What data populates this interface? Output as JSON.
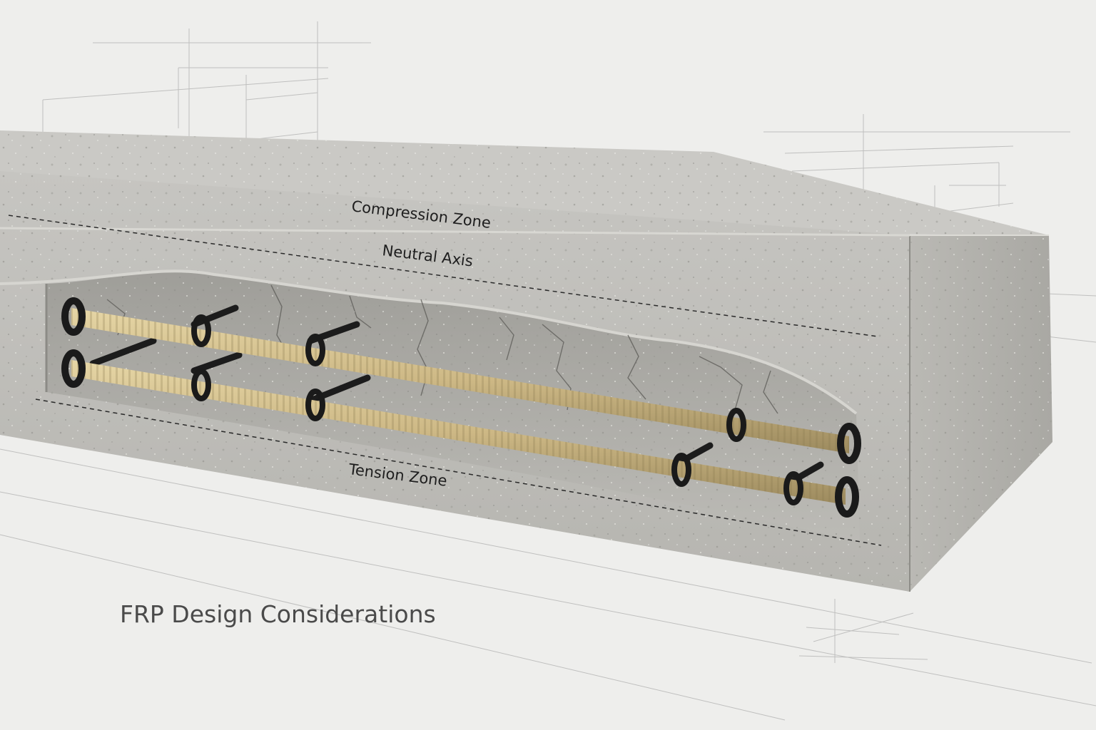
{
  "labels": {
    "compression_zone": "Compression Zone",
    "neutral_axis": "Neutral Axis",
    "tension_zone": "Tension Zone"
  },
  "caption": "FRP Design Considerations",
  "colors": {
    "background": "#eeeeec",
    "concrete_top": "#c9c8c4",
    "concrete_front": "#bdbcb8",
    "concrete_end": "#b1b0ab",
    "cavity": "#a9a8a3",
    "frp_bar": "#cdb885",
    "stirrup": "#1c1c1c",
    "dashed_line": "#2a2a2a"
  }
}
